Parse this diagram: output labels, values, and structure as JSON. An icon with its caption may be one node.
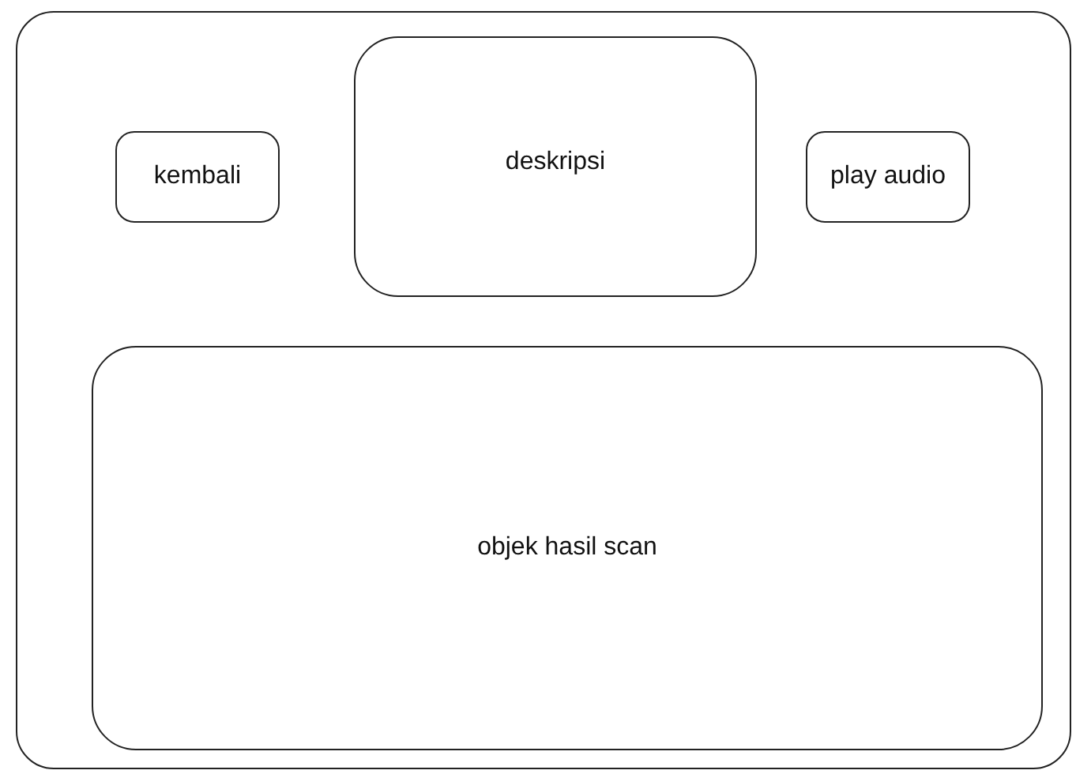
{
  "diagram": {
    "nodes": [
      {
        "text": [],
        "shape": "box"
      },
      {
        "text": [
          "kembali"
        ],
        "in": 0
      },
      {
        "text": [
          "deskripsi"
        ],
        "in": 0
      },
      {
        "text": [
          "play audio"
        ],
        "in": 0
      },
      {
        "text": [
          "objek hasil scan"
        ],
        "in": 0
      }
    ]
  }
}
